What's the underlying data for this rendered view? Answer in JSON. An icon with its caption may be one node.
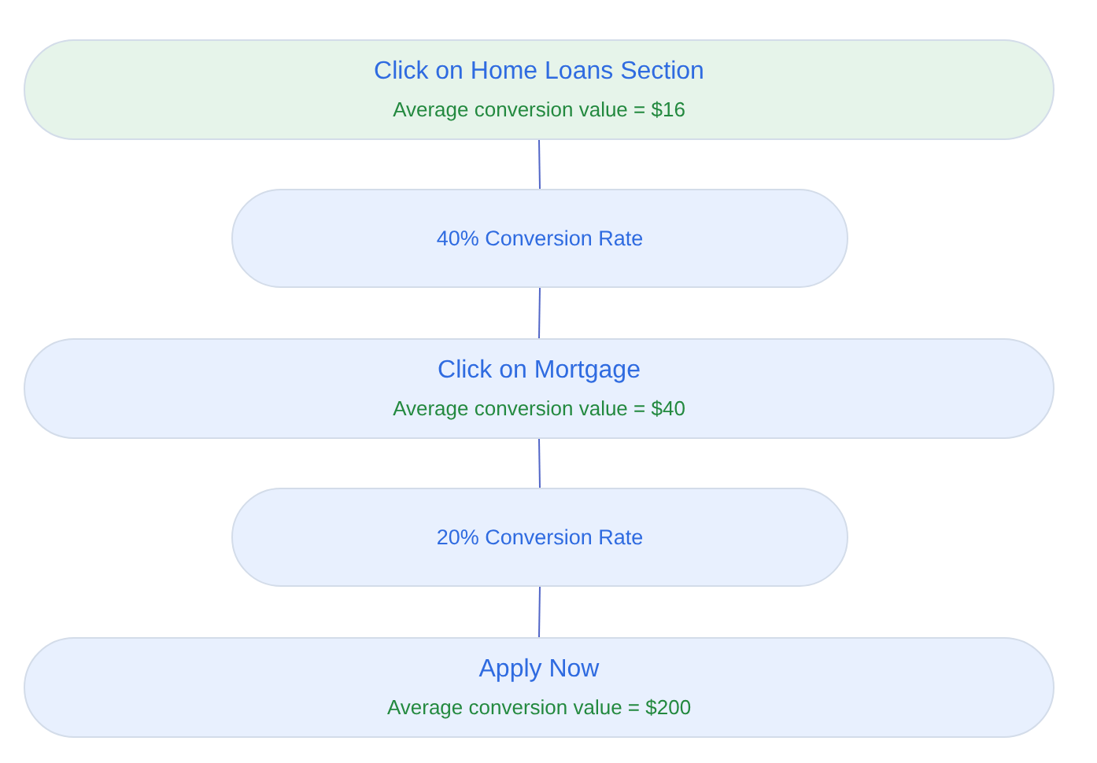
{
  "diagram": {
    "nodes": [
      {
        "text": [
          "Click on Home Loans Section",
          "Average conversion value = $16"
        ]
      },
      {
        "text": [
          "40% Conversion Rate"
        ]
      },
      {
        "text": [
          "Click on Mortgage",
          "Average conversion value = $40"
        ]
      },
      {
        "text": [
          "20% Conversion Rate"
        ]
      },
      {
        "text": [
          "Apply Now",
          "Average conversion value = $200"
        ]
      }
    ],
    "edges": [
      {
        "from": 0,
        "to": 1,
        "arrow": "none"
      },
      {
        "from": 1,
        "to": 2,
        "arrow": "none"
      },
      {
        "from": 2,
        "to": 3,
        "arrow": "none"
      },
      {
        "from": 3,
        "to": 4,
        "arrow": "none"
      }
    ]
  }
}
